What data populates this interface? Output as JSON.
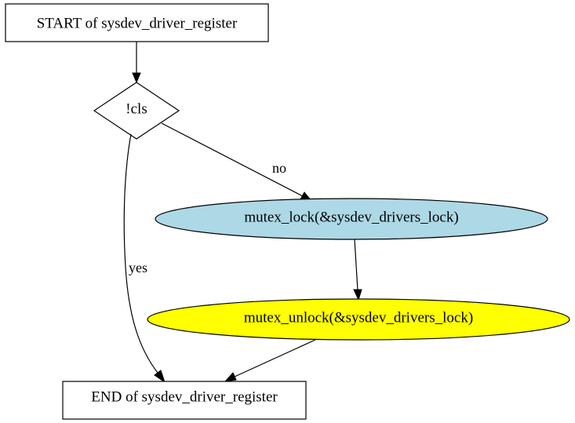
{
  "diagram": {
    "nodes": {
      "start": {
        "label": "START of sysdev_driver_register"
      },
      "decision": {
        "label": "!cls"
      },
      "lock": {
        "label": "mutex_lock(&sysdev_drivers_lock)",
        "fill": "#add8e6"
      },
      "unlock": {
        "label": "mutex_unlock(&sysdev_drivers_lock)",
        "fill": "#ffff00"
      },
      "end": {
        "label": "END of sysdev_driver_register"
      }
    },
    "edges": {
      "start_to_decision": {
        "label": ""
      },
      "decision_no": {
        "label": "no"
      },
      "decision_yes": {
        "label": "yes"
      },
      "lock_to_unlock": {
        "label": ""
      },
      "unlock_to_end": {
        "label": ""
      }
    }
  }
}
